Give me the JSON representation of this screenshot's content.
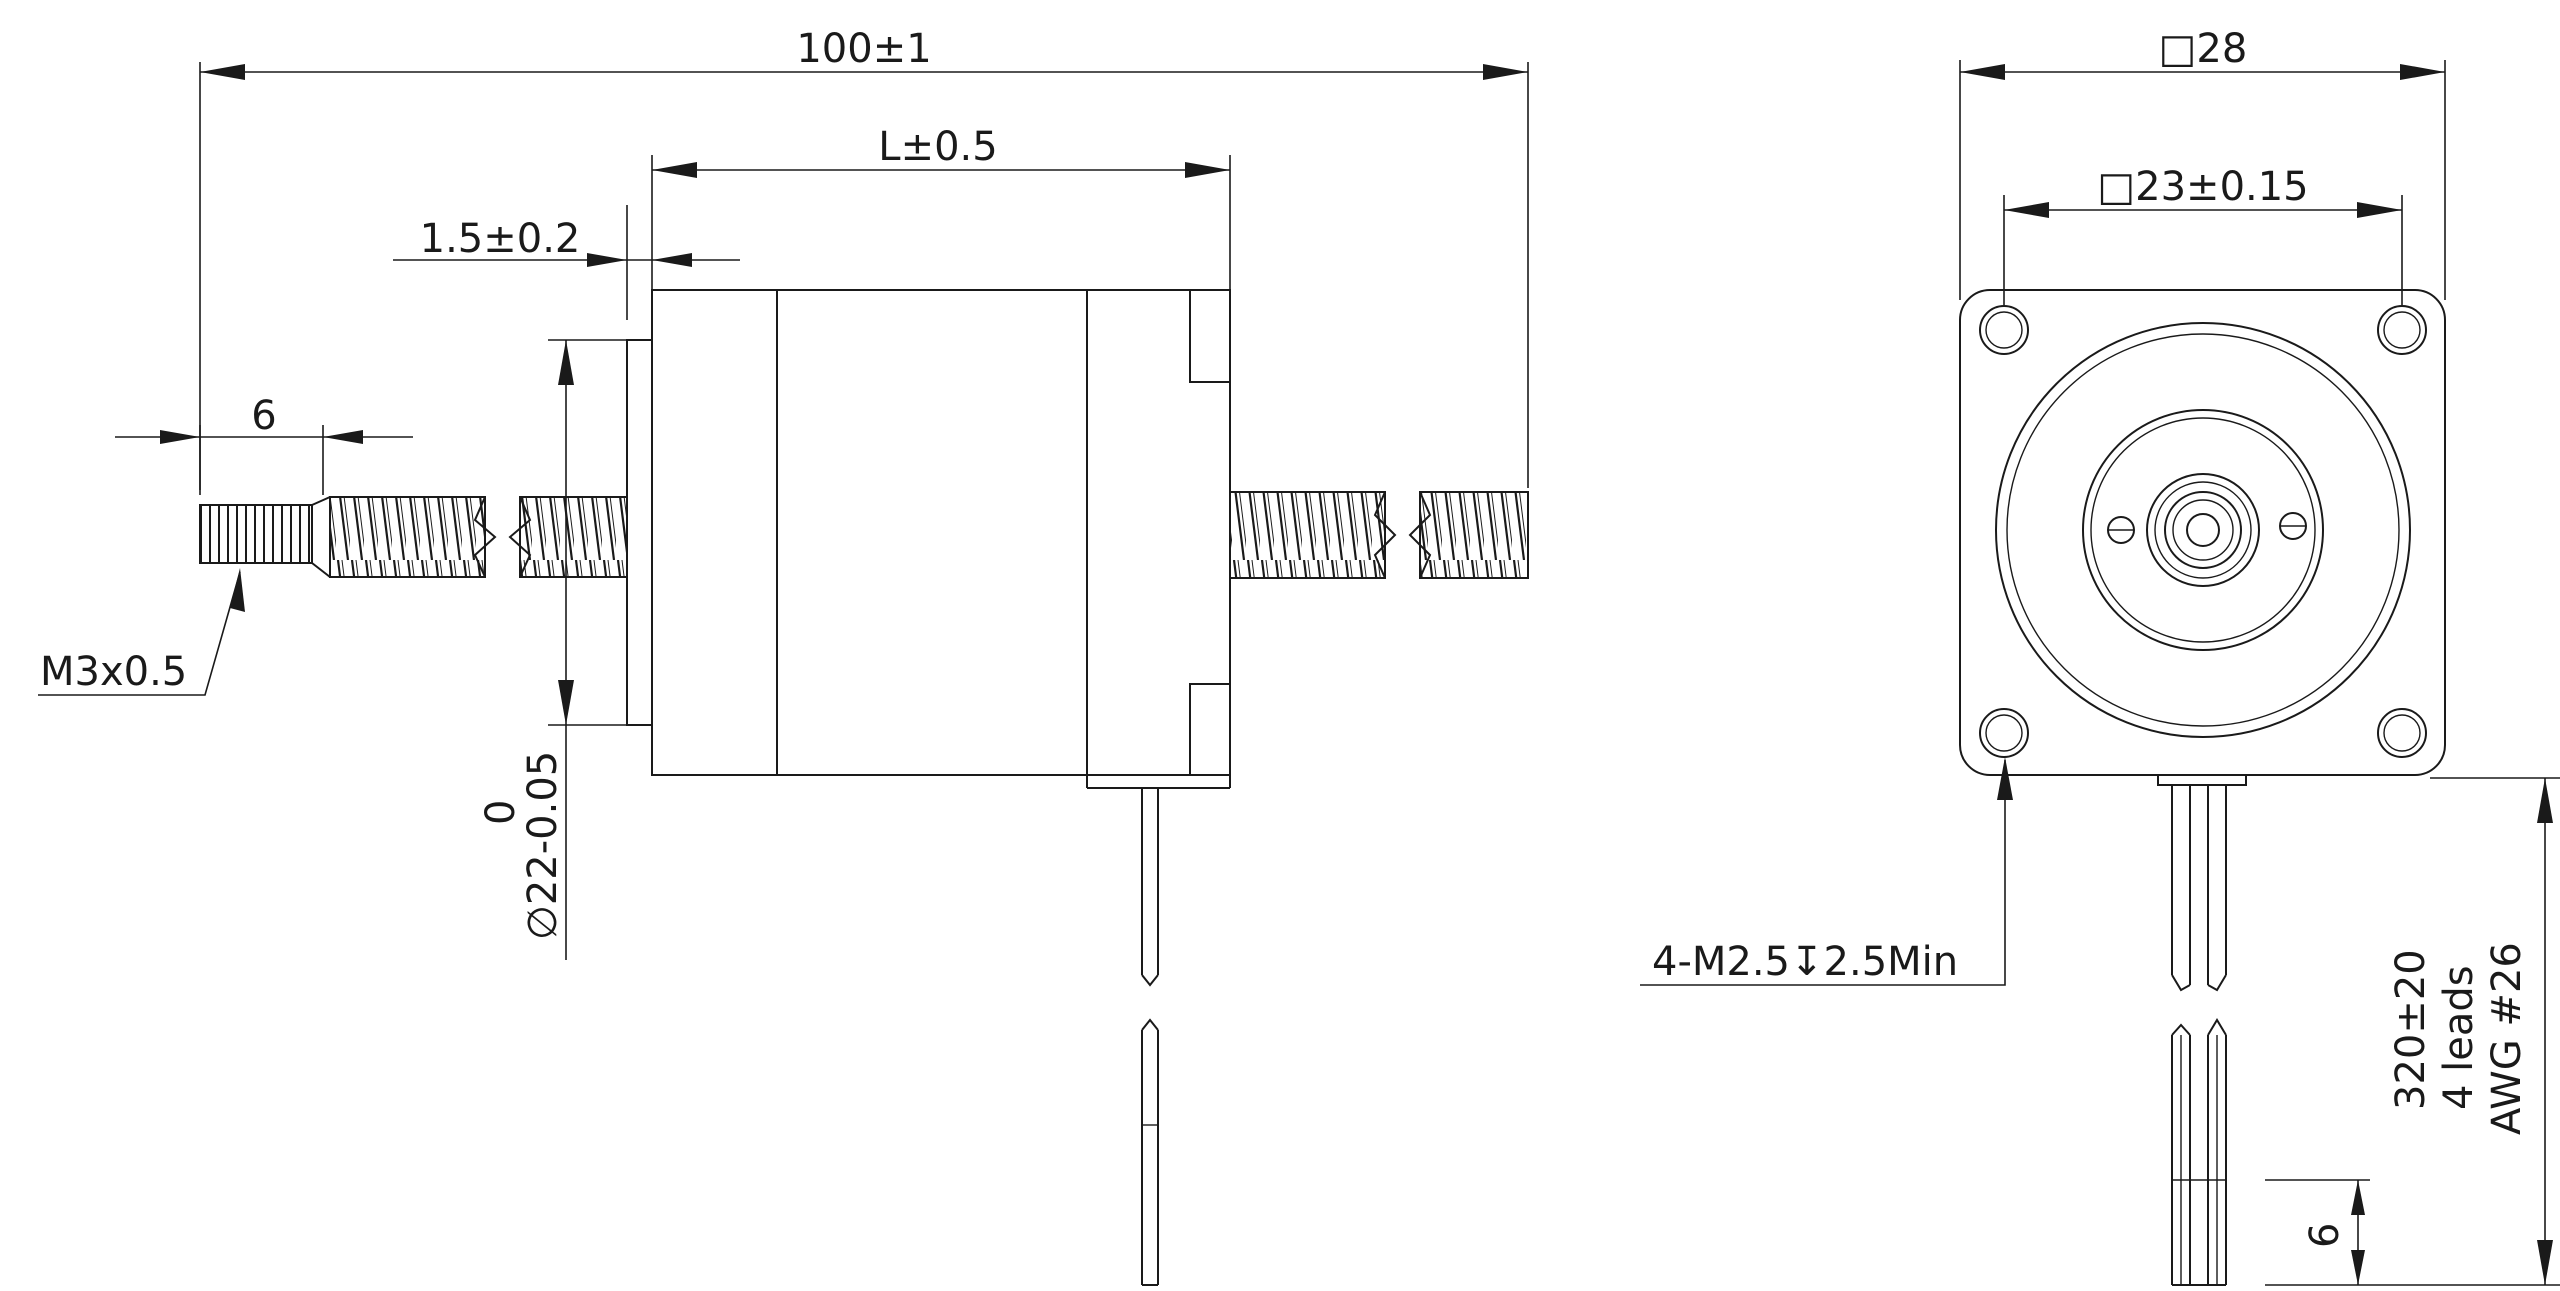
{
  "side_view": {
    "overall_length": "100±1",
    "body_length": "L±0.5",
    "pilot_length": "1.5±0.2",
    "end_thread_length": "6",
    "end_thread_spec": "M3x0.5",
    "pilot_diameter_main": "∅22-0.05",
    "pilot_diameter_upper": "0"
  },
  "front_view": {
    "flange_size": "□28",
    "hole_spacing": "□23±0.15",
    "mounting_holes": "4-M2.5↧2.5Min",
    "lead_length": "320±20",
    "lead_count": "4 leads",
    "lead_gauge": "AWG #26",
    "strip_length": "6"
  },
  "colors": {
    "line": "#1a1a1a",
    "background": "#ffffff"
  }
}
